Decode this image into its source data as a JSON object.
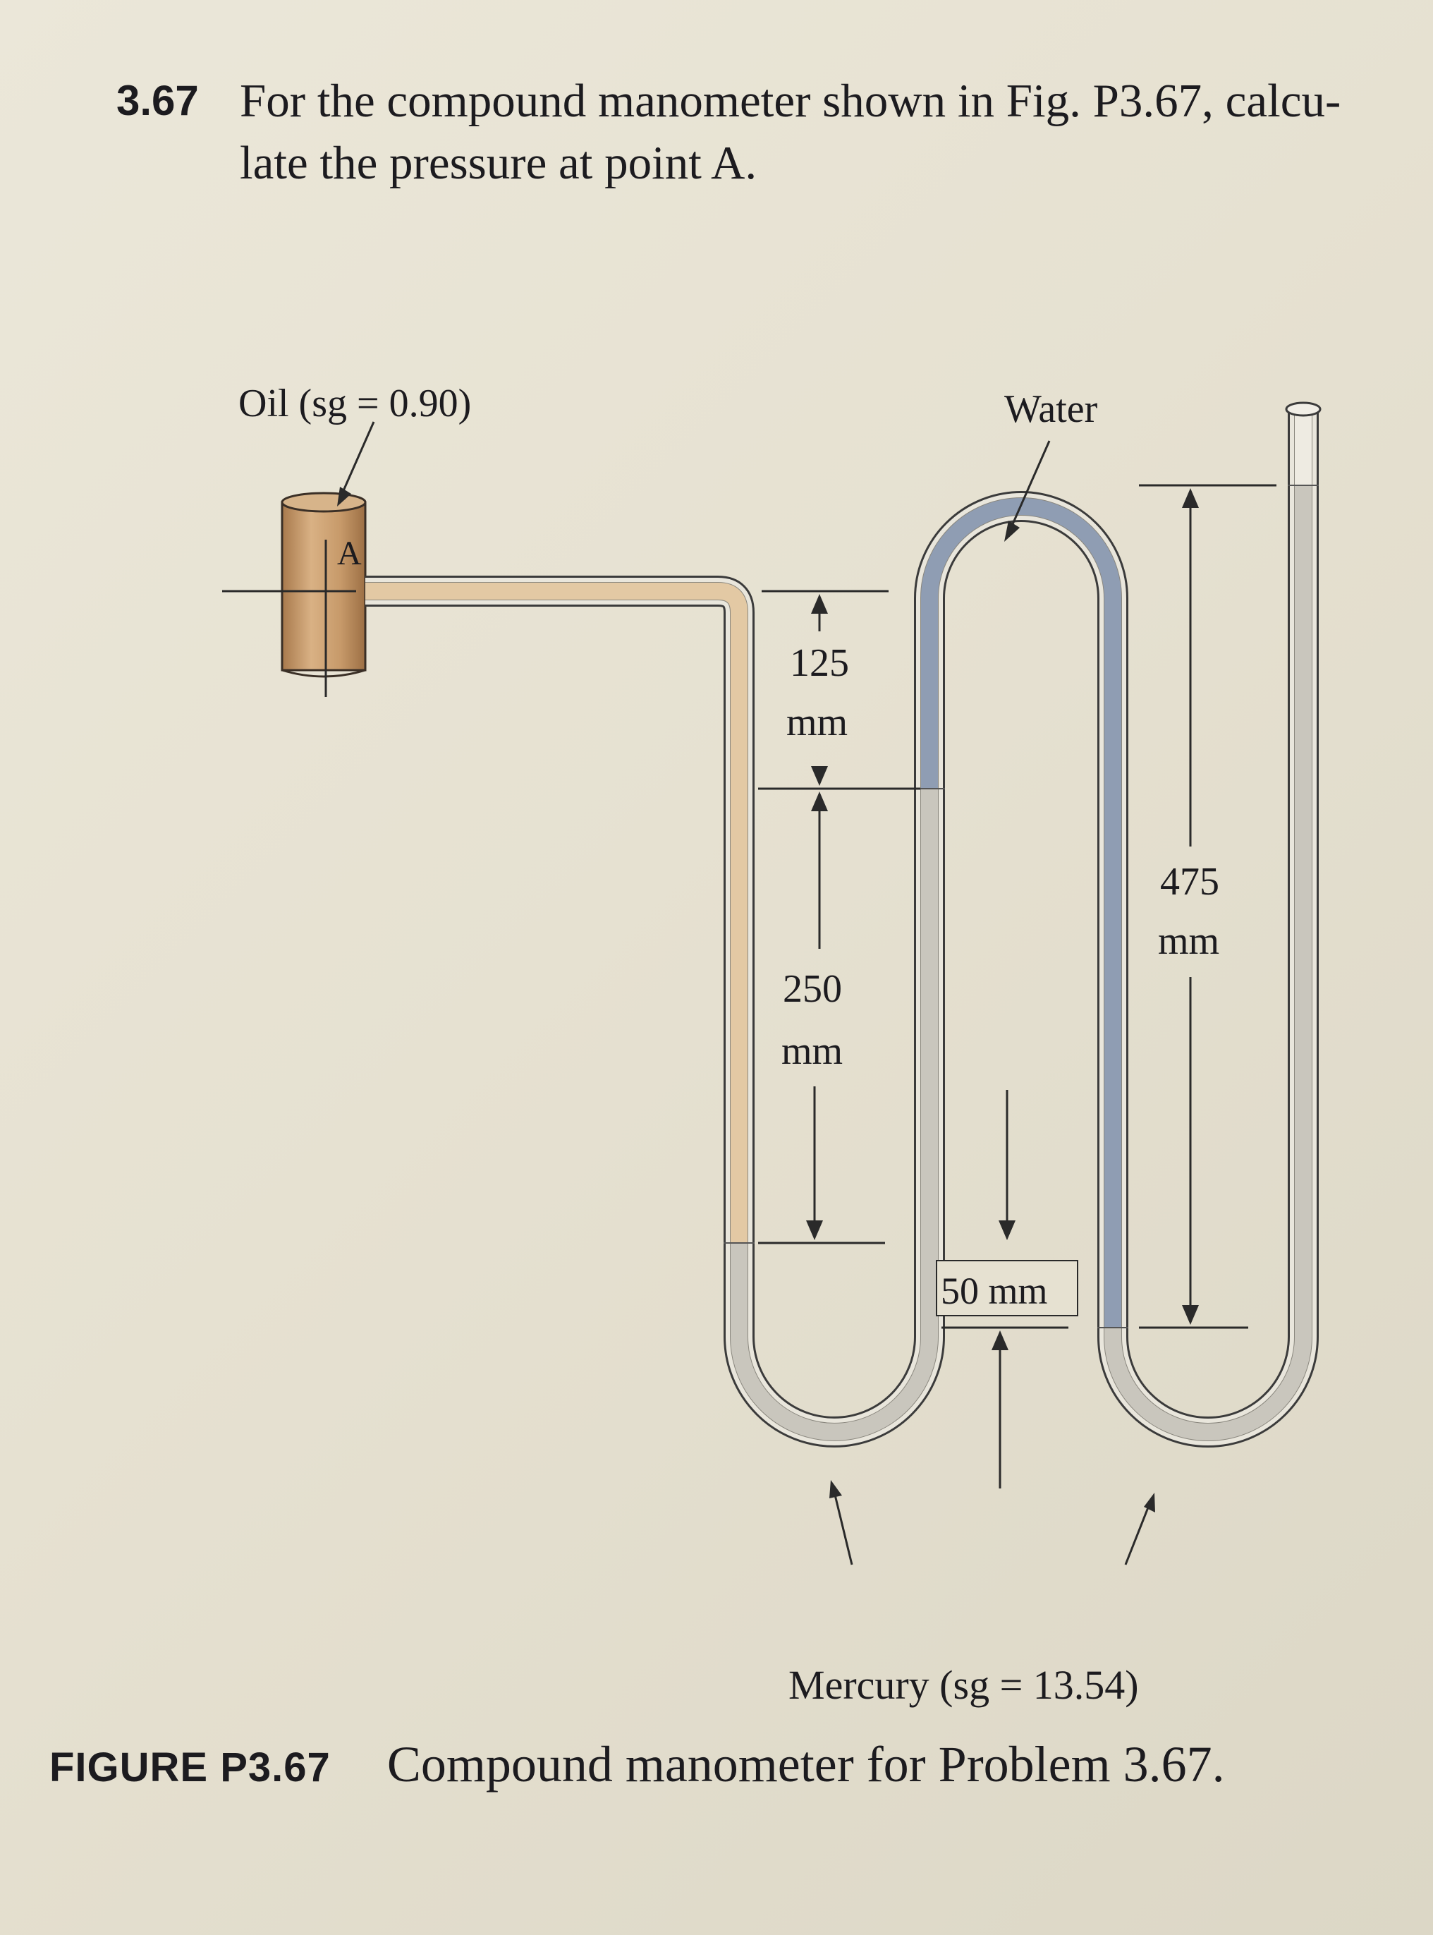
{
  "problem": {
    "number": "3.67",
    "text_line1": "For the compound manometer shown in Fig. P3.67, calcu-",
    "text_line2": "late the pressure at point A."
  },
  "figure": {
    "labels": {
      "oil": "Oil (sg = 0.90)",
      "water": "Water",
      "point": "A",
      "mercury": "Mercury (sg = 13.54)"
    },
    "dimensions": {
      "d125_value": "125",
      "d125_unit": "mm",
      "d250_value": "250",
      "d250_unit": "mm",
      "d475_value": "475",
      "d475_unit": "mm",
      "d50": "50 mm"
    },
    "colors": {
      "oil": "#e3c9a4",
      "water": "#8f9db3",
      "mercury": "#c9c6bd",
      "pipe": "#c79a6a"
    }
  },
  "caption": {
    "tag": "FIGURE P3.67",
    "text": "Compound manometer for Problem 3.67."
  }
}
